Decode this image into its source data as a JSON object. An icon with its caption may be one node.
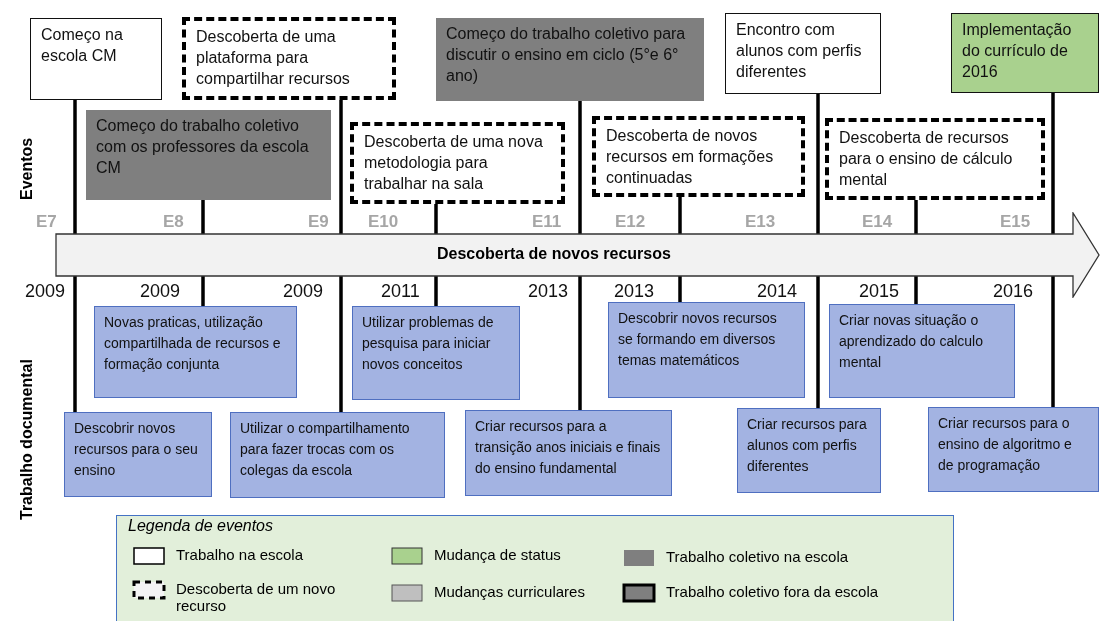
{
  "diagram": {
    "nodes": [
      {
        "text": [
          "Começo na escola CM"
        ]
      },
      {
        "text": [
          "Começo do trabalho coletivo com os professores da escola CM"
        ]
      },
      {
        "text": [
          "Descoberta de uma plataforma para compartilhar recursos"
        ]
      },
      {
        "text": [
          "Descoberta de uma nova metodologia para trabalhar na sala"
        ]
      },
      {
        "text": [
          "Começo do trabalho coletivo para discutir o ensino em ciclo (5°e 6° ano)"
        ]
      },
      {
        "text": [
          "Descoberta de novos recursos em formações continuadas"
        ]
      },
      {
        "text": [
          "Encontro com alunos com perfis diferentes"
        ]
      },
      {
        "text": [
          "Descoberta de recursos para o ensino de cálculo mental"
        ]
      },
      {
        "text": [
          "Implementação do currículo de 2016"
        ]
      },
      {
        "text": [
          "Descoberta de novos recursos"
        ]
      },
      {
        "text": [
          "Descobrir novos recursos para o seu ensino"
        ]
      },
      {
        "text": [
          "Novas praticas, utilização compartilhada de recursos e formação conjunta"
        ]
      },
      {
        "text": [
          "Utilizar o compartilhamento para fazer trocas com os colegas da escola"
        ]
      },
      {
        "text": [
          "Utilizar problemas de pesquisa para iniciar novos conceitos"
        ]
      },
      {
        "text": [
          "Criar recursos para a transição anos iniciais e finais do ensino fundamental"
        ]
      },
      {
        "text": [
          "Descobrir novos recursos se formando em diversos temas matemáticos"
        ]
      },
      {
        "text": [
          "Criar recursos para alunos com perfis diferentes"
        ]
      },
      {
        "text": [
          "Criar novas situação o aprendizado do calculo mental"
        ]
      },
      {
        "text": [
          "Criar recursos para o ensino de algoritmo e de programação"
        ]
      }
    ],
    "edges": [
      {
        "from": 0,
        "to": 9,
        "arrow": "none"
      },
      {
        "from": 9,
        "to": 10,
        "arrow": "none"
      },
      {
        "from": 1,
        "to": 9,
        "arrow": "none"
      },
      {
        "from": 9,
        "to": 11,
        "arrow": "none"
      },
      {
        "from": 2,
        "to": 9,
        "arrow": "none"
      },
      {
        "from": 9,
        "to": 12,
        "arrow": "none"
      },
      {
        "from": 3,
        "to": 9,
        "arrow": "none"
      },
      {
        "from": 9,
        "to": 13,
        "arrow": "none"
      },
      {
        "from": 4,
        "to": 9,
        "arrow": "none"
      },
      {
        "from": 9,
        "to": 14,
        "arrow": "none"
      },
      {
        "from": 5,
        "to": 9,
        "arrow": "none"
      },
      {
        "from": 9,
        "to": 15,
        "arrow": "none"
      },
      {
        "from": 6,
        "to": 9,
        "arrow": "none"
      },
      {
        "from": 9,
        "to": 16,
        "arrow": "none"
      },
      {
        "from": 7,
        "to": 9,
        "arrow": "none"
      },
      {
        "from": 9,
        "to": 17,
        "arrow": "none"
      },
      {
        "from": 8,
        "to": 9,
        "arrow": "none"
      },
      {
        "from": 9,
        "to": 18,
        "arrow": "none"
      }
    ],
    "labels": [
      "Eventos",
      "E7",
      "E8",
      "E9",
      "E10",
      "E11",
      "E12",
      "E13",
      "E14",
      "E15",
      "2009",
      "2009",
      "2009",
      "2011",
      "2013",
      "2013",
      "2014",
      "2015",
      "2016",
      "Trabalho documental",
      "Legenda de eventos"
    ],
    "legend": [
      {
        "text": "Trabalho na escola",
        "color": "#ffffff"
      },
      {
        "text": "Mudança de status",
        "color": "#a9d18e"
      },
      {
        "text": "Trabalho coletivo na escola",
        "color": "#7f7f7f"
      },
      {
        "text": "Descoberta de um novo recurso"
      },
      {
        "text": "Mudanças curriculares",
        "color": "#bfbfbf"
      },
      {
        "text": "Trabalho coletivo fora da escola"
      }
    ]
  }
}
